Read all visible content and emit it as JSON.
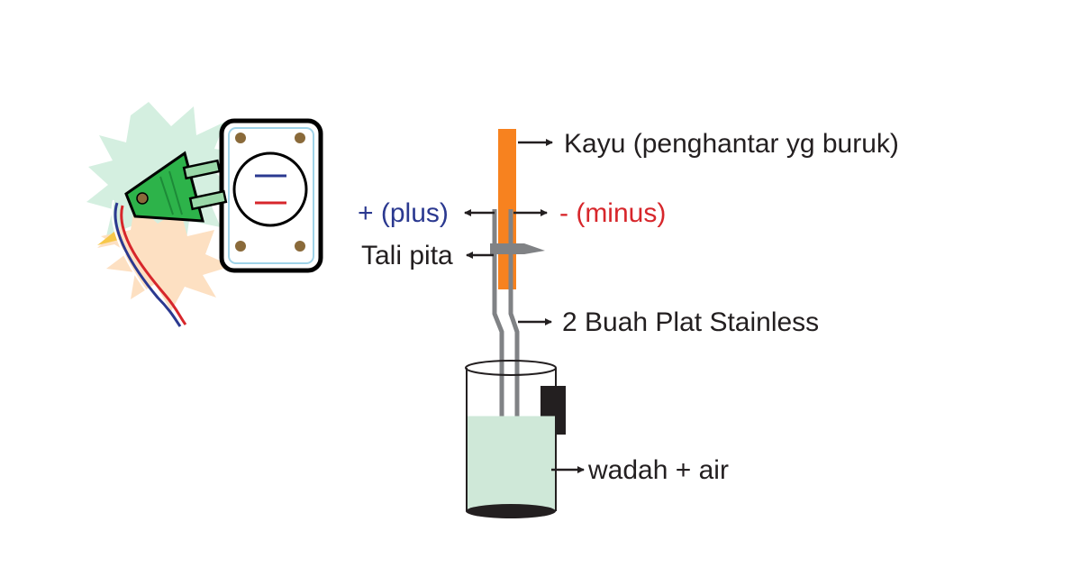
{
  "labels": {
    "wood": "Kayu (penghantar yg buruk)",
    "plus": "+ (plus)",
    "minus": "- (minus)",
    "ribbon": "Tali pita",
    "plates": "2 Buah Plat Stainless",
    "container": "wadah + air"
  },
  "colors": {
    "text": "#231f20",
    "plus": "#2b3990",
    "minus": "#d7262b",
    "wood": "#f7821f",
    "plate": "#808285",
    "water": "#cfe8d8",
    "plug": "#2db34a",
    "flash_green": "#d4efe0",
    "flash_peach": "#fde0c2"
  },
  "icons": [
    "plug-icon",
    "wall-socket-icon",
    "spark-icon"
  ]
}
